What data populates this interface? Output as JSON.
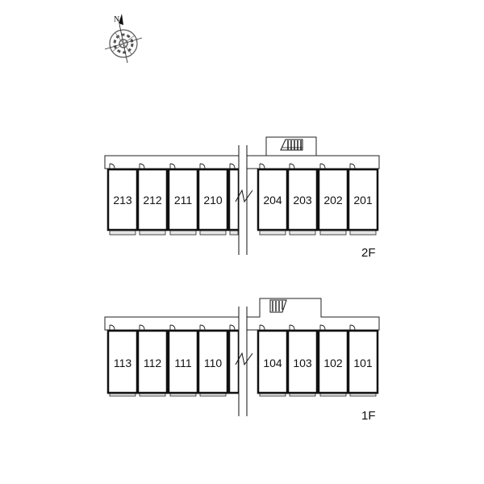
{
  "compass": {
    "north_label": "N",
    "icon": "compass-rose-icon"
  },
  "floors": [
    {
      "id": "2f",
      "label": "2F",
      "units_left": [
        "213",
        "212",
        "211",
        "210"
      ],
      "units_right": [
        "204",
        "203",
        "202",
        "201"
      ],
      "stair_icon": "staircase-icon"
    },
    {
      "id": "1f",
      "label": "1F",
      "units_left": [
        "113",
        "112",
        "111",
        "110"
      ],
      "units_right": [
        "104",
        "103",
        "102",
        "101"
      ],
      "stair_icon": "staircase-icon"
    }
  ],
  "break_icon": "break-line-icon",
  "door_icon": "door-swing-icon",
  "colors": {
    "line": "#111111",
    "wall": "#111111",
    "balcony": "#dddddd",
    "background": "#ffffff"
  }
}
